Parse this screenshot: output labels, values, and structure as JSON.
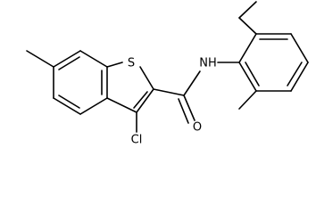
{
  "atom_labels": {
    "sulfur": "S",
    "amide_nh": "NH",
    "oxygen": "O",
    "chlorine": "Cl"
  }
}
